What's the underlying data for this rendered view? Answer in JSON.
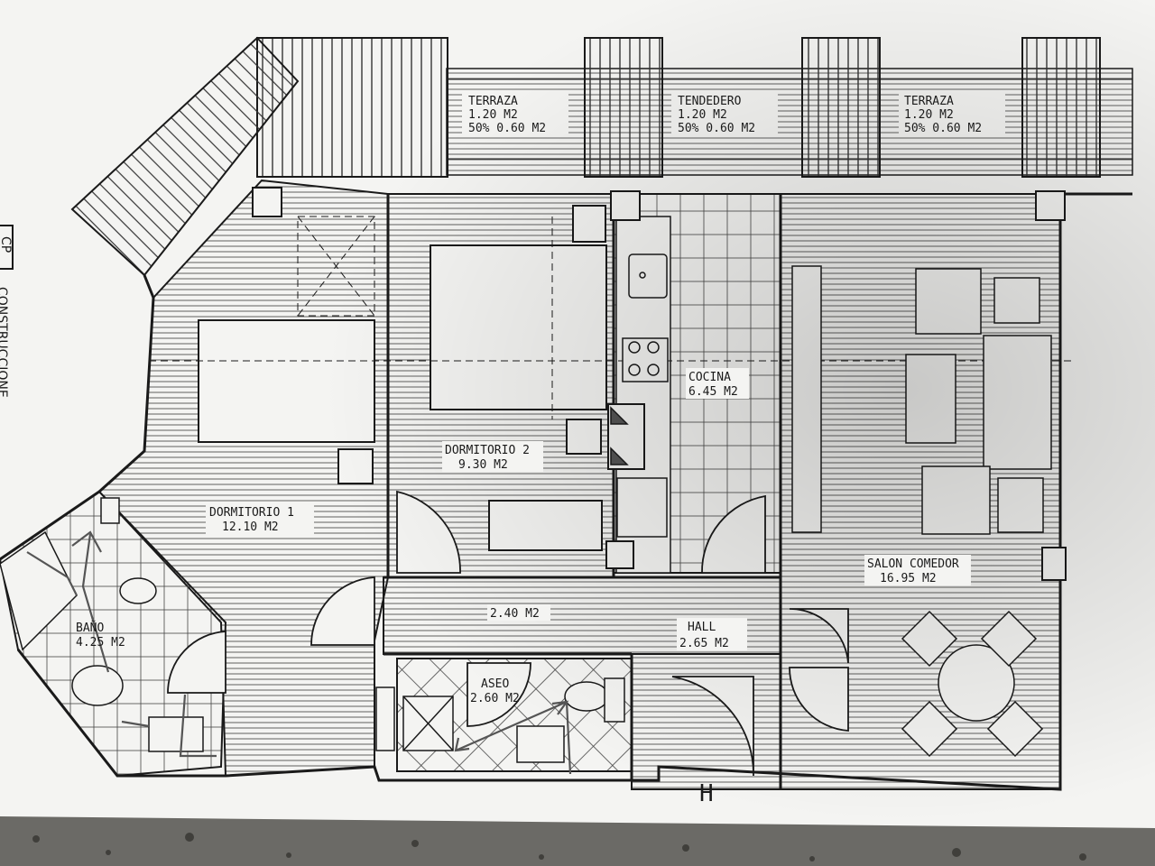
{
  "plan": {
    "logo_text": "CP",
    "side_text": "CONSTRUCCIONE",
    "entrance_mark": "H",
    "colors": {
      "paper": "#f4f4f2",
      "ink": "#1a1a1a",
      "hatch": "#3a3a3a",
      "counter": "#7a7a7a",
      "pencil": "#555555",
      "granite": "#6b6a66"
    },
    "rooms": [
      {
        "id": "terraza-left",
        "name": "TERRAZA",
        "area": "1.20 M2",
        "note": "50% 0.60 M2"
      },
      {
        "id": "tendedero",
        "name": "TENDEDERO",
        "area": "1.20 M2",
        "note": "50% 0.60 M2"
      },
      {
        "id": "terraza-right",
        "name": "TERRAZA",
        "area": "1.20 M2",
        "note": "50% 0.60 M2"
      },
      {
        "id": "cocina",
        "name": "COCINA",
        "area": "6.45 M2"
      },
      {
        "id": "dormitorio-2",
        "name": "DORMITORIO 2",
        "area": "9.30 M2"
      },
      {
        "id": "dormitorio-1",
        "name": "DORMITORIO 1",
        "area": "12.10 M2"
      },
      {
        "id": "salon-comedor",
        "name": "SALON COMEDOR",
        "area": "16.95 M2"
      },
      {
        "id": "pasillo",
        "area": "2.40 M2"
      },
      {
        "id": "hall",
        "name": "HALL",
        "area": "2.65 M2"
      },
      {
        "id": "bano",
        "name": "BAÑO",
        "area": "4.25 M2"
      },
      {
        "id": "aseo",
        "name": "ASEO",
        "area": "2.60 M2"
      }
    ]
  }
}
